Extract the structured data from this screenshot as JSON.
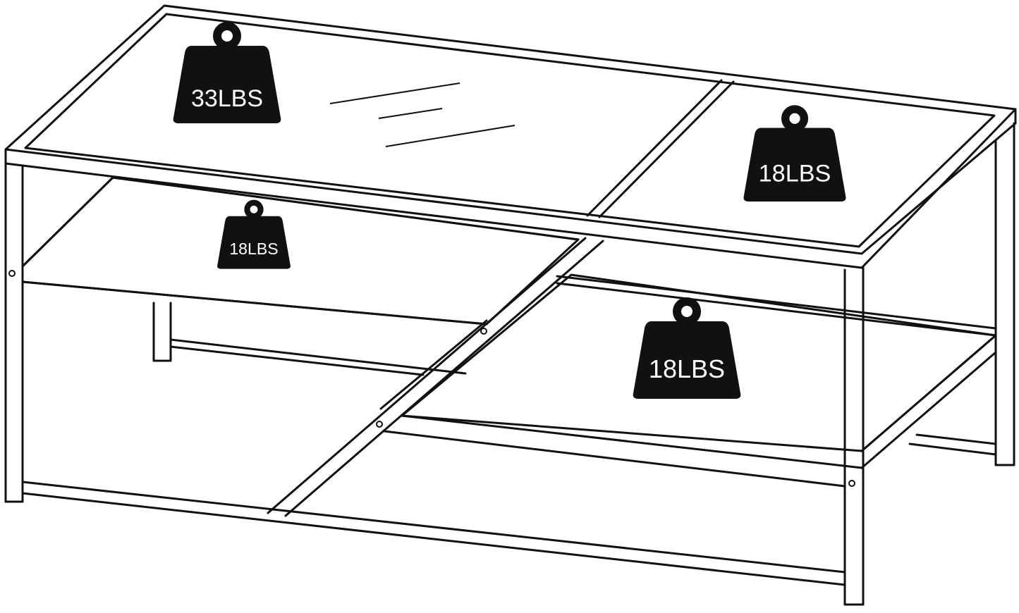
{
  "weights": [
    {
      "id": "top-left",
      "label": "33LBS"
    },
    {
      "id": "top-right",
      "label": "18LBS"
    },
    {
      "id": "middle-shelf",
      "label": "18LBS"
    },
    {
      "id": "lower-shelf",
      "label": "18LBS"
    }
  ]
}
